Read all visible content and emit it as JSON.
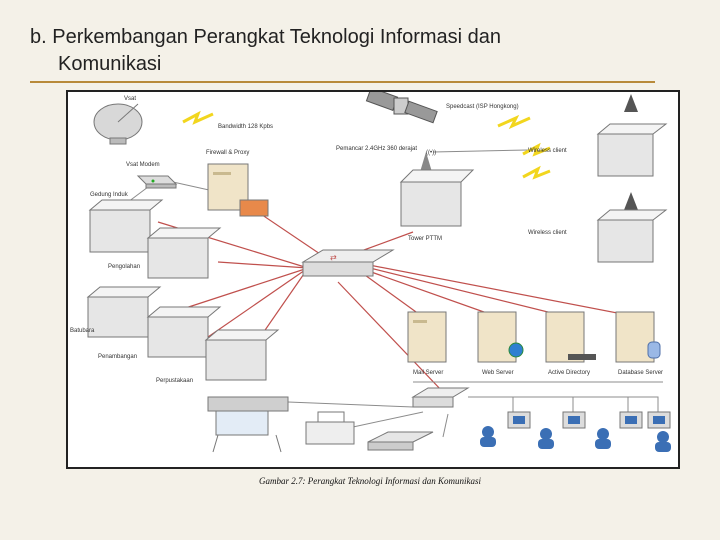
{
  "title": {
    "line1": "b. Perkembangan Perangkat Teknologi Informasi dan",
    "line2": "Komunikasi"
  },
  "caption": "Gambar 2.7: Perangkat Teknologi Informasi dan Komunikasi",
  "diagram": {
    "labels": {
      "vsat": "Vsat",
      "bandwidth": "Bandwidth 128 Kpbs",
      "vsat_modem": "Vsat Modem",
      "firewall": "Firewall & Proxy",
      "gedung_induk": "Gedung Induk",
      "speedcast": "Speedcast (ISP Hongkong)",
      "pemancar": "Pemancar 2.4GHz 360 derajat",
      "wireless_client_1": "Wireless client",
      "wireless_client_2": "Wireless client",
      "tower": "Tower PTTM",
      "pengolahan": "Pengolahan",
      "batubara": "Batubara",
      "penambangan": "Penambangan",
      "perpustakaan": "Perpustakaan",
      "mail_server": "Mail Server",
      "web_server": "Web Server",
      "active_directory": "Active Directory",
      "database_server": "Database Server"
    },
    "colors": {
      "link_red": "#c0504d",
      "link_gray": "#8c8c8c",
      "lightning": "#f2d61e",
      "building": "#e6e6e6",
      "server": "#f0e4c8",
      "router": "#dcdcdc"
    }
  }
}
